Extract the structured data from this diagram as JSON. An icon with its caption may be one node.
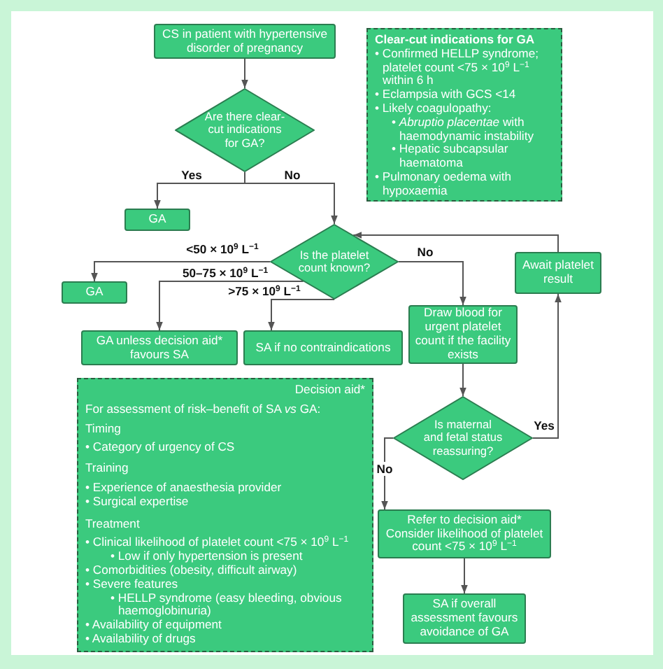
{
  "diagram": {
    "nodes": [
      {
        "text": [
          "CS in patient with hypertensive disorder of pregnancy"
        ]
      },
      {
        "text": [
          "Clear-cut indications for GA",
          "• Confirmed HELLP syndrome; platelet count <75 × 10$^{9}$ L$^{−1}$ within 6 h",
          "• Eclampsia with GCS <14",
          "• Likely coagulopathy:",
          "• *Abruptio placentae* with haemodynamic instability",
          "• Hepatic subcapsular haematoma",
          "• Pulmonary oedema with hypoxaemia"
        ]
      },
      {
        "text": [
          "Are there clear-cut indications for GA?"
        ]
      },
      {
        "text": [
          "GA"
        ]
      },
      {
        "text": [
          "Is the platelet count known?"
        ]
      },
      {
        "text": [
          "Await platelet result"
        ]
      },
      {
        "text": [
          "GA"
        ]
      },
      {
        "text": [
          "GA unless decision aid* favours SA"
        ]
      },
      {
        "text": [
          "SA if no contraindications"
        ]
      },
      {
        "text": [
          "Draw blood for urgent platelet count if the facility exists"
        ]
      },
      {
        "text": [
          "Decision aid*",
          "For assessment of risk–benefit of SA *vs* GA:",
          "Timing",
          "• Category of urgency of CS",
          "Training",
          "• Experience of anaesthesia provider",
          "• Surgical expertise",
          "Treatment",
          "• Clinical likelihood of platelet count <75 × 10$^{9}$ L$^{−1}$",
          "• Low if only hypertension is present",
          "• Comorbidities (obesity, difficult airway)",
          "• Severe features",
          "• HELLP syndrome (easy bleeding, obvious haemoglobinuria)",
          "• Availability of equipment",
          "• Availability of drugs"
        ]
      },
      {
        "text": [
          "Is maternal and fetal status reassuring?"
        ]
      },
      {
        "text": [
          "Refer to decision aid*",
          "Consider likelihood of platelet count <75 × 10$^{9}$ L$^{−1}$"
        ]
      },
      {
        "text": [
          "SA if overall assessment favours avoidance of GA"
        ]
      }
    ],
    "edges": [
      {
        "from": 0,
        "to": 2,
        "arrow": "to"
      },
      {
        "from": 2,
        "to": 3,
        "arrow": "to",
        "label": "Yes"
      },
      {
        "from": 2,
        "to": 4,
        "arrow": "to",
        "label": "No"
      },
      {
        "from": 4,
        "to": 6,
        "arrow": "to",
        "label": "<50 × 10$^{9}$ L$^{−1}$"
      },
      {
        "from": 4,
        "to": 7,
        "arrow": "to",
        "label": "50–75 × 10$^{9}$ L$^{−1}$"
      },
      {
        "from": 4,
        "to": 8,
        "arrow": "to",
        "label": ">75 × 10$^{9}$ L$^{−1}$"
      },
      {
        "from": 4,
        "to": 9,
        "arrow": "to",
        "label": "No"
      },
      {
        "from": 9,
        "to": 11,
        "arrow": "to"
      },
      {
        "from": 11,
        "to": 5,
        "arrow": "to",
        "label": "Yes"
      },
      {
        "from": 5,
        "to": 4,
        "arrow": "to"
      },
      {
        "from": 11,
        "to": 12,
        "arrow": "to",
        "label": "No"
      },
      {
        "from": 12,
        "to": 13,
        "arrow": "to"
      }
    ]
  }
}
